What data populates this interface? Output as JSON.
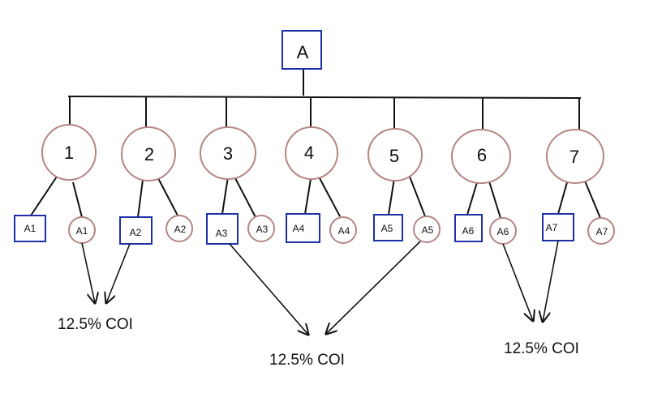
{
  "colors": {
    "square_stroke": "#1f2fa8",
    "circle_stroke": "#b48585",
    "line": "#111111"
  },
  "root": {
    "label": "A"
  },
  "generation1": [
    {
      "label": "1"
    },
    {
      "label": "2"
    },
    {
      "label": "3"
    },
    {
      "label": "4"
    },
    {
      "label": "5"
    },
    {
      "label": "6"
    },
    {
      "label": "7"
    }
  ],
  "generation2": [
    {
      "male": "A1",
      "female": "A1"
    },
    {
      "male": "A2",
      "female": "A2"
    },
    {
      "male": "A3",
      "female": "A3"
    },
    {
      "male": "A4",
      "female": "A4"
    },
    {
      "male": "A5",
      "female": "A5"
    },
    {
      "male": "A6",
      "female": "A6"
    },
    {
      "male": "A7",
      "female": "A7"
    }
  ],
  "matings": [
    {
      "from": "A1",
      "from_sex": "female",
      "to": "A2",
      "to_sex": "male",
      "result": "12.5% COI"
    },
    {
      "from": "A3",
      "from_sex": "male",
      "to": "A5",
      "to_sex": "female",
      "result": "12.5% COI"
    },
    {
      "from": "A6",
      "from_sex": "female",
      "to": "A7",
      "to_sex": "male",
      "result": "12.5% COI"
    }
  ]
}
